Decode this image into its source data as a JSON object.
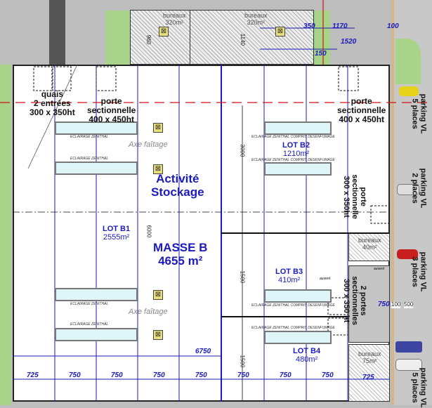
{
  "offices_top": [
    {
      "label": "bureaux",
      "area": "320m²"
    },
    {
      "label": "bureaux",
      "area": "320m²"
    }
  ],
  "top_dims": {
    "d350": "350",
    "d1170": "1170",
    "d100": "100",
    "d1520": "1520",
    "d150": "150",
    "d960": "960",
    "d1140": "1140"
  },
  "quais": {
    "l1": "quais",
    "l2": "2 entrées",
    "l3": "300 x 350ht"
  },
  "porte_left": {
    "l1": "porte",
    "l2": "sectionnelle",
    "l3": "400 x 450ht"
  },
  "porte_right": {
    "l1": "porte",
    "l2": "sectionnelle",
    "l3": "400 x 450ht"
  },
  "porte_side": {
    "l1": "porte",
    "l2": "sectionnelle",
    "l3": "300 x 350ht"
  },
  "portes_side": {
    "l1": "2 portes",
    "l2": "sectionnelles",
    "l3": "300 x 350 ht"
  },
  "eclairage": "ECLAIRAGE ZENITHAL",
  "eclairage_desenf": "ECLAIRAGE ZENITHAL COMPRIS DESENFUMAGE",
  "axe": "Axe faîtage",
  "activite": {
    "l1": "Activité",
    "l2": "Stockage"
  },
  "masse": {
    "l1": "MASSE B",
    "l2": "4655 m²"
  },
  "lots": [
    {
      "name": "LOT B1",
      "area": "2555m²"
    },
    {
      "name": "LOT B2",
      "area": "1210m²"
    },
    {
      "name": "LOT B3",
      "area": "410m²"
    },
    {
      "name": "LOT B4",
      "area": "480m²"
    }
  ],
  "inner_dims": {
    "d3000": "3000",
    "d6000": "6000",
    "d1500a": "1500",
    "d1500b": "1500",
    "d6750": "6750",
    "d750r": "750",
    "d100r": "100",
    "d500r": "500"
  },
  "bottom_dims": [
    "725",
    "750",
    "750",
    "750",
    "750",
    "750",
    "750",
    "750",
    "725"
  ],
  "bureaux_side": [
    {
      "label": "bureaux",
      "area": "40m²"
    },
    {
      "label": "bureaux",
      "area": "75m²"
    }
  ],
  "auvent": "auvent",
  "parking": [
    {
      "l1": "parking VL",
      "l2": "5 places"
    },
    {
      "l1": "parking VL",
      "l2": "2 places"
    },
    {
      "l1": "parking VL",
      "l2": "3 places"
    },
    {
      "l1": "parking VL",
      "l2": "5 places"
    }
  ],
  "colors": {
    "grid": "#1a1abf",
    "axis": "#d01010",
    "skylight": "#dff6f8",
    "vent": "#e8e07a",
    "grass": "#a8d48a"
  }
}
